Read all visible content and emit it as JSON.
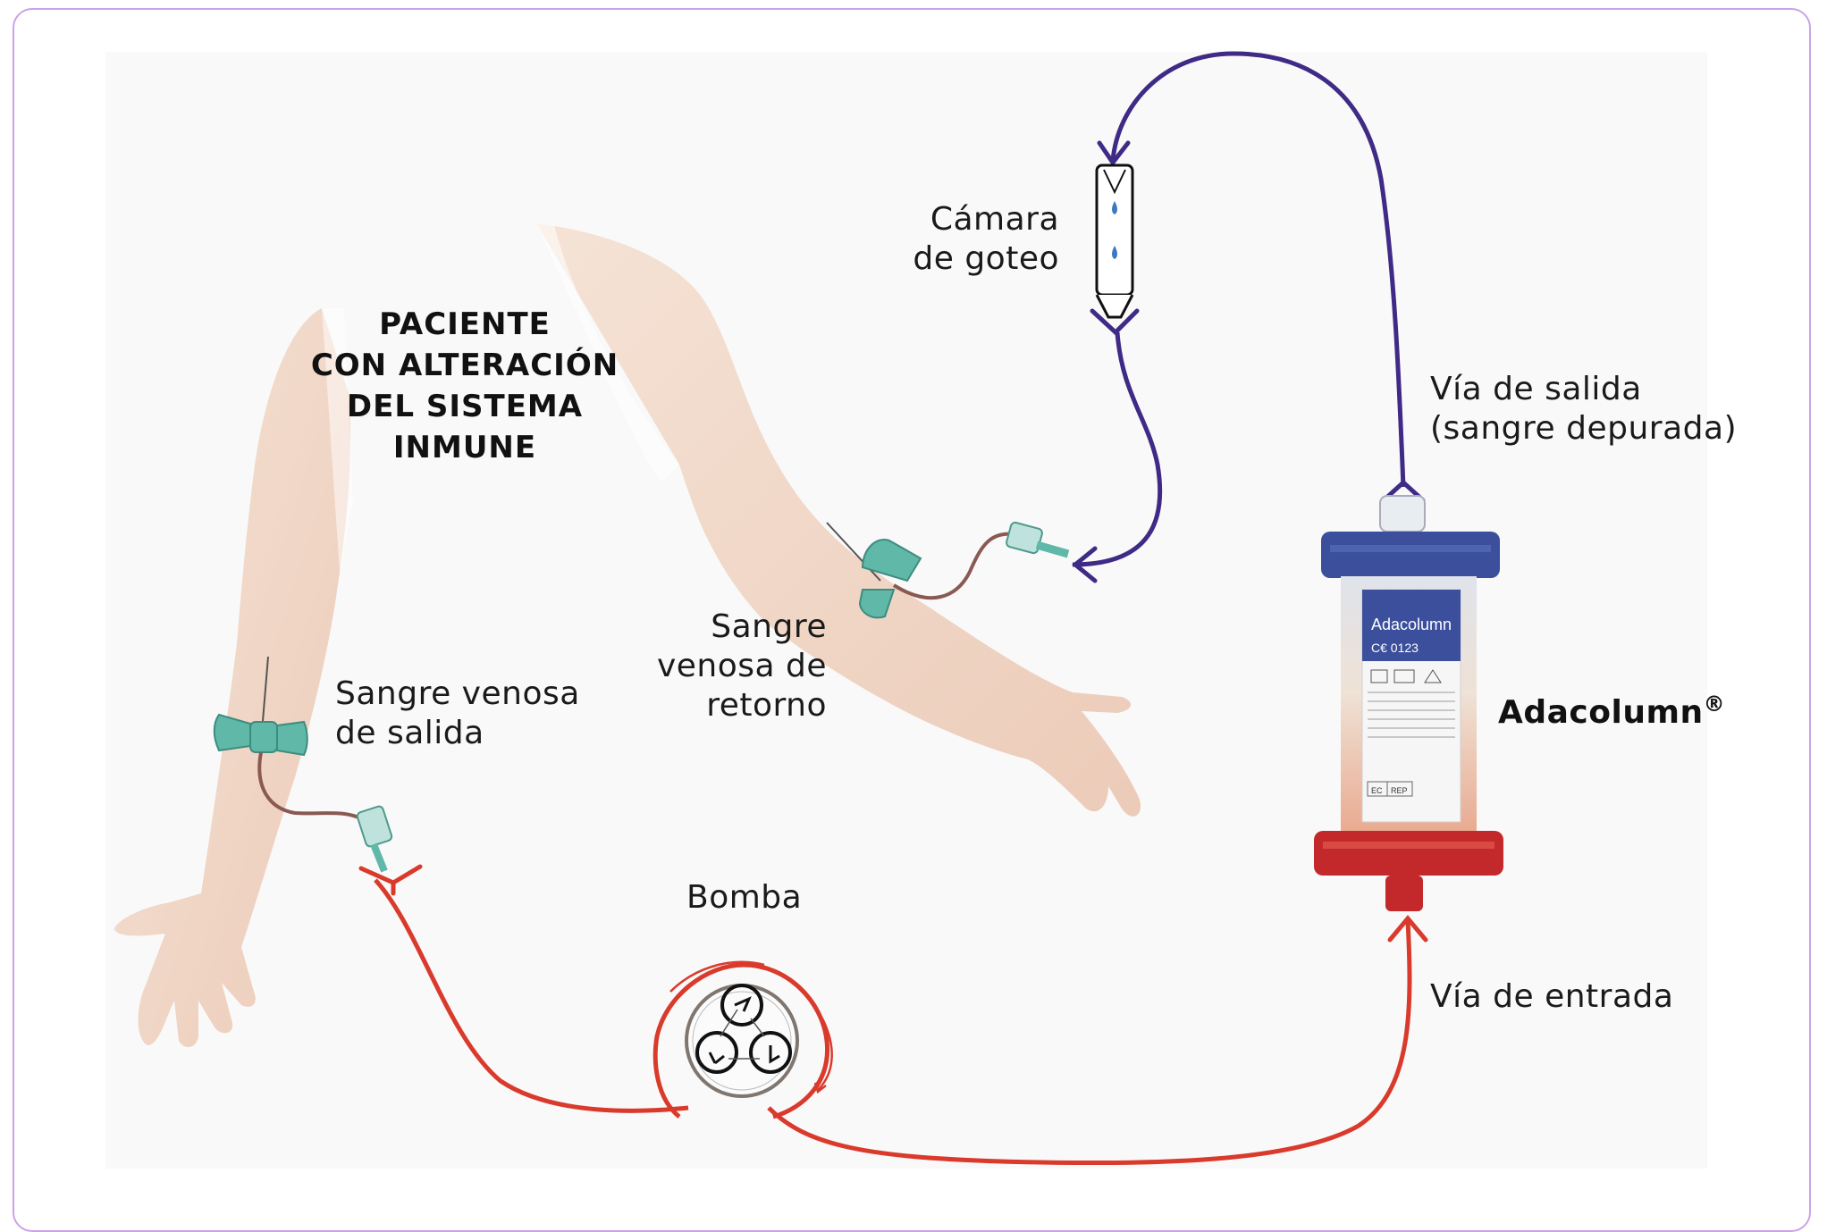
{
  "diagram": {
    "title_lines": [
      "PACIENTE",
      "CON ALTERACIÓN",
      "DEL SISTEMA",
      "INMUNE"
    ],
    "labels": {
      "drip_chamber": [
        "Cámara",
        "de goteo"
      ],
      "outlet_line": [
        "Vía de salida",
        "(sangre depurada)"
      ],
      "return_blood": [
        "Sangre",
        "venosa de",
        "retorno"
      ],
      "outflow_blood": [
        "Sangre venosa",
        "de salida"
      ],
      "pump": "Bomba",
      "inlet_line": "Vía de entrada",
      "device_name": "Adacolumn",
      "device_mark": "®"
    },
    "column_label": {
      "brand": "Adacolumn",
      "ec": "EC",
      "rep": "REP"
    },
    "colors": {
      "venous_line": "#d93a2b",
      "return_line": "#3f2a86",
      "frame_border": "#c9a3e6",
      "needle_wings": "#5fb8a8",
      "skin": "#f2dccd",
      "column_cap_top": "#3b4f9c",
      "column_cap_bottom": "#c3282b"
    },
    "icons": [
      "drip-chamber-icon",
      "pump-rotor-icon",
      "butterfly-needle-icon",
      "adacolumn-device-icon"
    ]
  }
}
